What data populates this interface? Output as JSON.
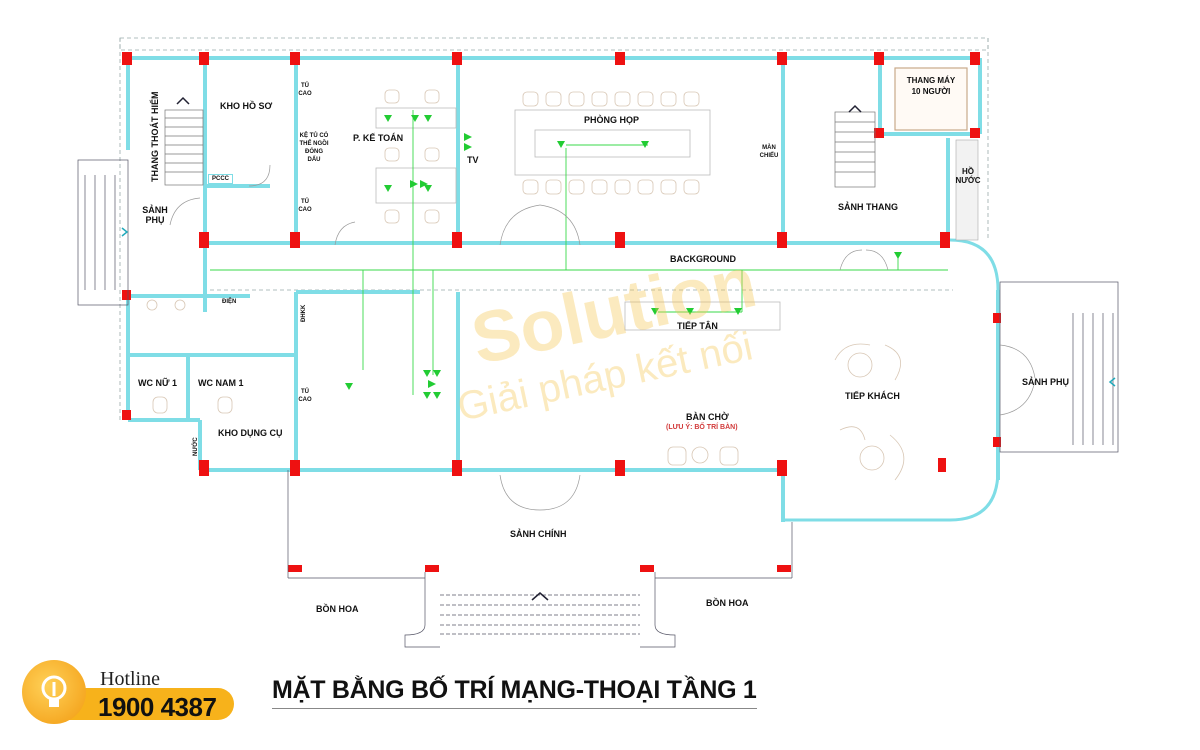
{
  "title": "MẶT BẰNG BỐ TRÍ MẠNG-THOẠI TẦNG 1",
  "hotline": {
    "label": "Hotline",
    "number": "1900 4387"
  },
  "watermark": {
    "brand": "Solution",
    "tagline": "Giải pháp kết nối"
  },
  "colors": {
    "wall": "#7fdde6",
    "column": "#ee1111",
    "network": "#22cc33",
    "label": "#111111",
    "note": "#d23a3a",
    "brand": "#f7b21b"
  },
  "rooms": {
    "emergency_stair": "THANG THOÁT HIỂM",
    "archive": "KHO HỒ SƠ",
    "pccc": "PCCC",
    "side_hall_left": "SẢNH PHỤ",
    "tall_cabinet_1": "TỦ CAO",
    "shelf_note": "KỆ TỦ CÓ THỂ NGỒI ĐÓNG DẤU",
    "tall_cabinet_2": "TỦ CAO",
    "accounting": "P. KẾ TOÁN",
    "tv": "TV",
    "meeting": "PHÒNG HỌP",
    "screen": "MÀN CHIẾU",
    "elevator": "THANG MÁY 10 NGƯỜI",
    "stair_hall": "SẢNH THANG",
    "water_tank": "HỒ NƯỚC",
    "background": "BACKGROUND",
    "electric": "ĐIỆN",
    "dhkk": "ĐHKK",
    "wc_female": "WC NỮ 1",
    "wc_male": "WC NAM 1",
    "tool_storage": "KHO DỤNG CỤ",
    "water": "NƯỚC",
    "tall_cabinet_3": "TỦ CAO",
    "reception": "TIẾP TÂN",
    "waiting_desk": "BÀN CHỜ",
    "waiting_note": "(LƯU Ý: BỐ TRÍ BÀN)",
    "guest_area": "TIẾP KHÁCH",
    "side_hall_right": "SẢNH PHỤ",
    "main_hall": "SẢNH CHÍNH",
    "flower_bed_left": "BỒN HOA",
    "flower_bed_right": "BỒN HOA"
  }
}
